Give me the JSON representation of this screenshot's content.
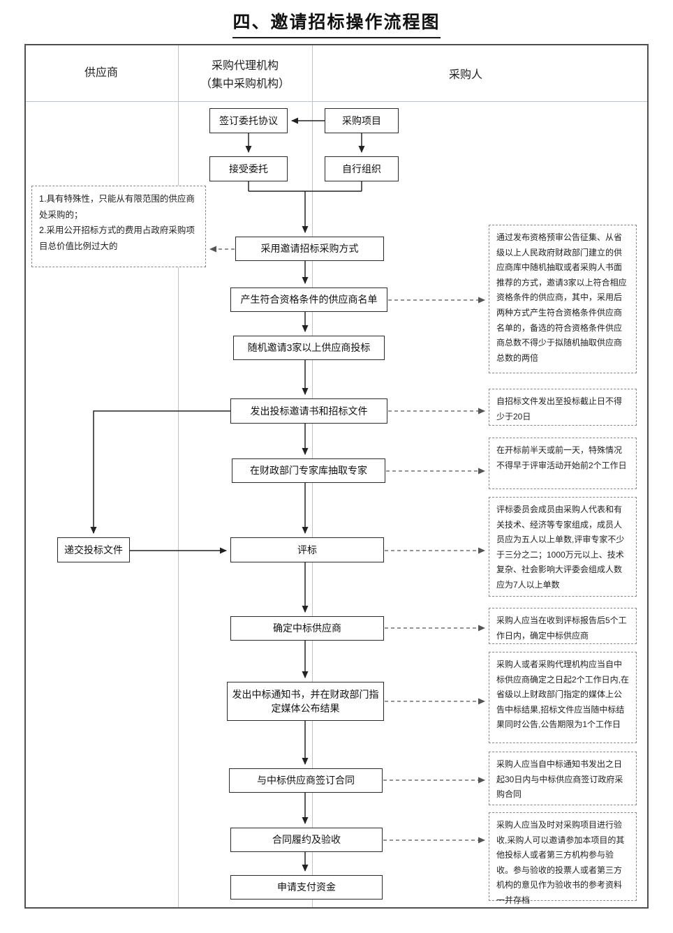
{
  "title": "四、邀请招标操作流程图",
  "lanes": {
    "supplier": "供应商",
    "agency_line1": "采购代理机构",
    "agency_line2": "（集中采购机构）",
    "purchaser": "采购人"
  },
  "steps": {
    "sign_agreement": "签订委托协议",
    "procurement_project": "采购项目",
    "accept_entrustment": "接受委托",
    "self_organize": "自行组织",
    "invitation_method": "采用邀请招标采购方式",
    "qualified_list": "产生符合资格条件的供应商名单",
    "random_invite": "随机邀请3家以上供应商投标",
    "issue_documents": "发出投标邀请书和招标文件",
    "draw_experts": "在财政部门专家库抽取专家",
    "evaluation": "评标",
    "determine_winner": "确定中标供应商",
    "issue_notice": "发出中标通知书，并在财政部门指定媒体公布结果",
    "sign_contract": "与中标供应商签订合同",
    "performance_acceptance": "合同履约及验收",
    "apply_payment": "申请支付资金",
    "submit_bid": "递交投标文件"
  },
  "notes": {
    "eligibility_line1": "1.具有特殊性，只能从有限范围的供应商处采购的；",
    "eligibility_line2": "2.采用公开招标方式的费用占政府采购项目总价值比例过大的",
    "supplier_list_rule": "通过发布资格预审公告征集、从省级以上人民政府财政部门建立的供应商库中随机抽取或者采购人书面推荐的方式，邀请3家以上符合相应资格条件的供应商，其中，采用后两种方式产生符合资格条件供应商名单的，备选的符合资格条件供应商总数不得少于拟随机抽取供应商总数的两倍",
    "deadline_rule": "自招标文件发出至投标截止日不得少于20日",
    "expert_timing_rule": "在开标前半天或前一天，特殊情况不得早于评审活动开始前2个工作日",
    "committee_rule": "评标委员会成员由采购人代表和有关技术、经济等专家组成，成员人员应为五人以上单数,评审专家不少于三分之二；1000万元以上、技术复杂、社会影响大评委会组成人数应为7人以上单数",
    "determine_rule": "采购人应当在收到评标报告后5个工作日内，确定中标供应商",
    "announce_rule": "采购人或者采购代理机构应当自中标供应商确定之日起2个工作日内,在省级以上财政部门指定的媒体上公告中标结果,招标文件应当随中标结果同时公告,公告期限为1个工作日",
    "contract_rule": "采购人应当自中标通知书发出之日起30日内与中标供应商签订政府采购合同",
    "acceptance_rule": "采购人应当及时对采购项目进行验收,采购人可以邀请参加本项目的其他投标人或者第三方机构参与验收。参与验收的投票人或者第三方机构的意见作为验收书的参考资料一并存档"
  },
  "colors": {
    "flow_line": "#222222",
    "note_line": "#666666",
    "divider": "#b7c3d9"
  }
}
